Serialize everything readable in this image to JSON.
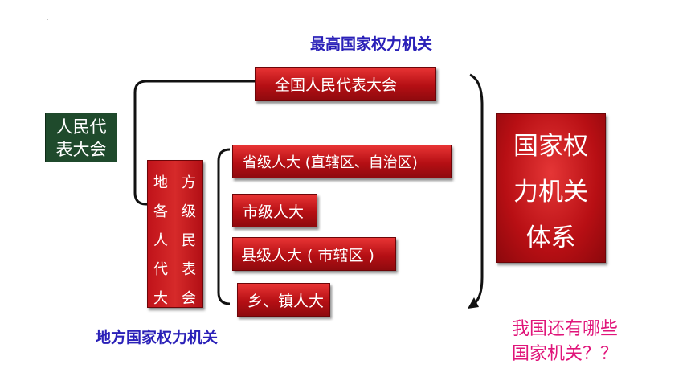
{
  "top_heading": "最高国家权力机关",
  "bottom_heading": "地方国家权力机关",
  "congress_box": {
    "lines": [
      "人民代",
      "表大会"
    ]
  },
  "national_box": "全国人民代表大会",
  "local_box": {
    "left_column": [
      "地",
      "各",
      "人",
      "代",
      "大"
    ],
    "right_column": [
      "方",
      "级",
      "民",
      "表",
      "会"
    ]
  },
  "local_levels": [
    "省级人大 (直辖区、自治区)",
    "市级人大",
    "县级人大 ( 市辖区 )",
    "乡、镇人大"
  ],
  "system_box": {
    "lines": [
      "国家权",
      "力机关",
      "体系"
    ]
  },
  "question": {
    "lines": [
      "我国还有哪些",
      "国家机关？？"
    ]
  },
  "colors": {
    "box_red": "#b80f14",
    "box_green": "#1f4a2c",
    "heading_blue": "#2a20b8",
    "question_pink": "#e0157a"
  }
}
